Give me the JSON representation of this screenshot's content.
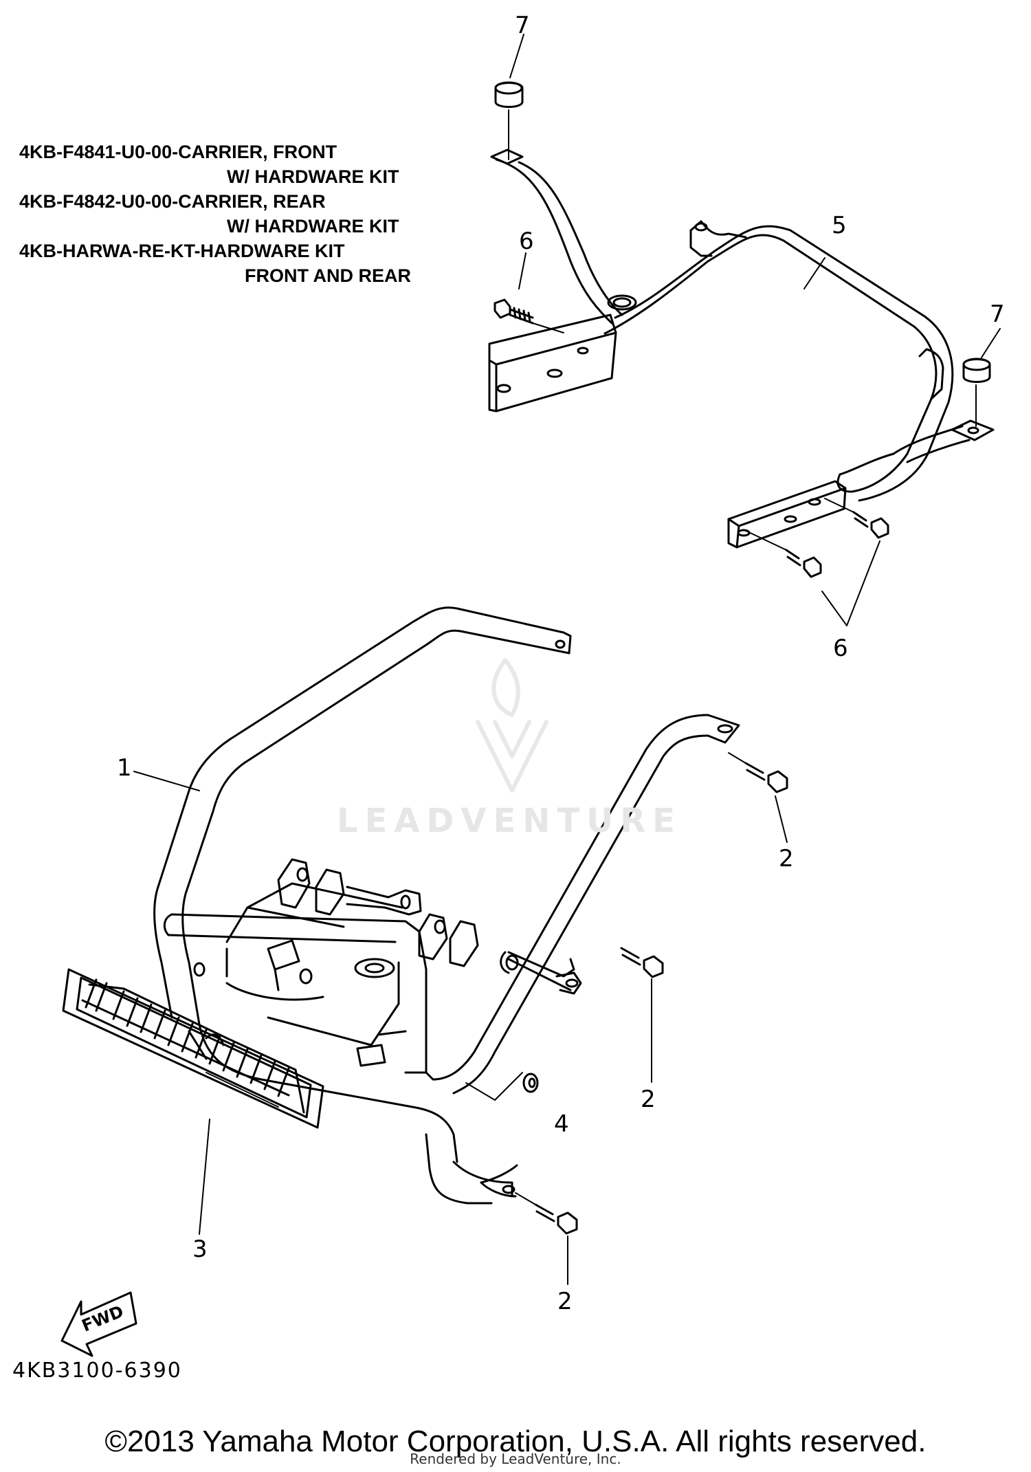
{
  "kit_notes": [
    {
      "line1": "4KB-F4841-U0-00-CARRIER, FRONT",
      "line2": "W/ HARDWARE KIT"
    },
    {
      "line1": "4KB-F4842-U0-00-CARRIER, REAR",
      "line2": "W/ HARDWARE KIT"
    },
    {
      "line1": "4KB-HARWA-RE-KT-HARDWARE KIT",
      "line2": "FRONT AND REAR"
    }
  ],
  "callouts": {
    "c7a": "7",
    "c7b": "7",
    "c6a": "6",
    "c6b": "6",
    "c5": "5",
    "c1": "1",
    "c2a": "2",
    "c2b": "2",
    "c2c": "2",
    "c3": "3",
    "c4": "4"
  },
  "fwd_label": "FWD",
  "drawing_code": "4KB3100-6390",
  "watermark": "LEADVENTURE",
  "copyright": "©2013 Yamaha Motor Corporation, U.S.A. All rights reserved.",
  "render_credit": "Rendered by LeadVenture, Inc."
}
